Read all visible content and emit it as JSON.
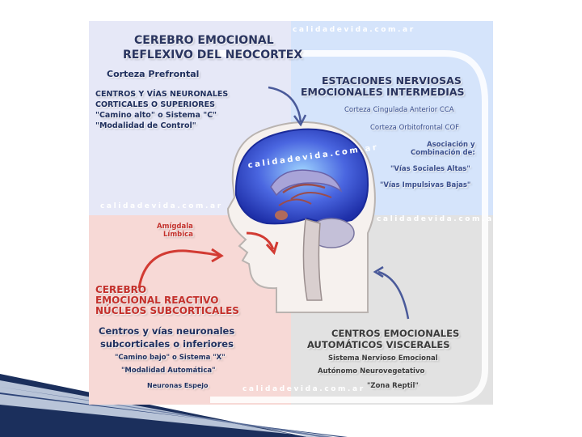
{
  "watermark": "calidadevida.com.ar",
  "quadrant_top_left": {
    "title_line1": "CEREBRO EMOCIONAL",
    "title_line2": "REFLEXIVO DEL NEOCORTEX",
    "subtitle": "Corteza Prefrontal",
    "line1": "CENTROS Y VÍAS NEURONALES",
    "line2": "CORTICALES O SUPERIORES",
    "line3": "\"Camino alto\" o Sistema \"C\"",
    "line4": "\"Modalidad de Control\""
  },
  "quadrant_top_right": {
    "title_line1": "ESTACIONES NERVIOSAS",
    "title_line2": "EMOCIONALES INTERMEDIAS",
    "line1": "Corteza Cingulada Anterior CCA",
    "line2": "Corteza Orbitofrontal COF",
    "line3": "Asociación y",
    "line4": "Combinación de:",
    "line5": "\"Vías Sociales Altas\"",
    "line6": "\"Vías Impulsivas Bajas\""
  },
  "quadrant_bottom_left": {
    "amygdala_line1": "Amígdala",
    "amygdala_line2": "Límbica",
    "title_line1": "CEREBRO",
    "title_line2": "EMOCIONAL REACTIVO",
    "title_line3": "NÚCLEOS SUBCORTICALES",
    "line1": "Centros y vías neuronales",
    "line2": "subcorticales o inferiores",
    "line3": "\"Camino bajo\" o Sistema \"X\"",
    "line4": "\"Modalidad Automática\"",
    "line5": "Neuronas Espejo"
  },
  "quadrant_bottom_right": {
    "title_line1": "CENTROS EMOCIONALES",
    "title_line2": "AUTOMÁTICOS VISCERALES",
    "line1": "Sistema Nervioso Emocional",
    "line2": "Autónomo Neurovegetativo",
    "line3": "\"Zona Reptil\""
  },
  "colors": {
    "top_left_bg": "#e6e8f7",
    "top_right_bg": "#d5e4fb",
    "bottom_left_bg": "#f7d9d6",
    "bottom_right_bg": "#e2e2e2",
    "arrow_stroke": "#4a5a9a",
    "arrow_red": "#d23b33",
    "brain_blue": "#3148c8",
    "navy": "#1f2f5e",
    "red": "#c4302b"
  }
}
